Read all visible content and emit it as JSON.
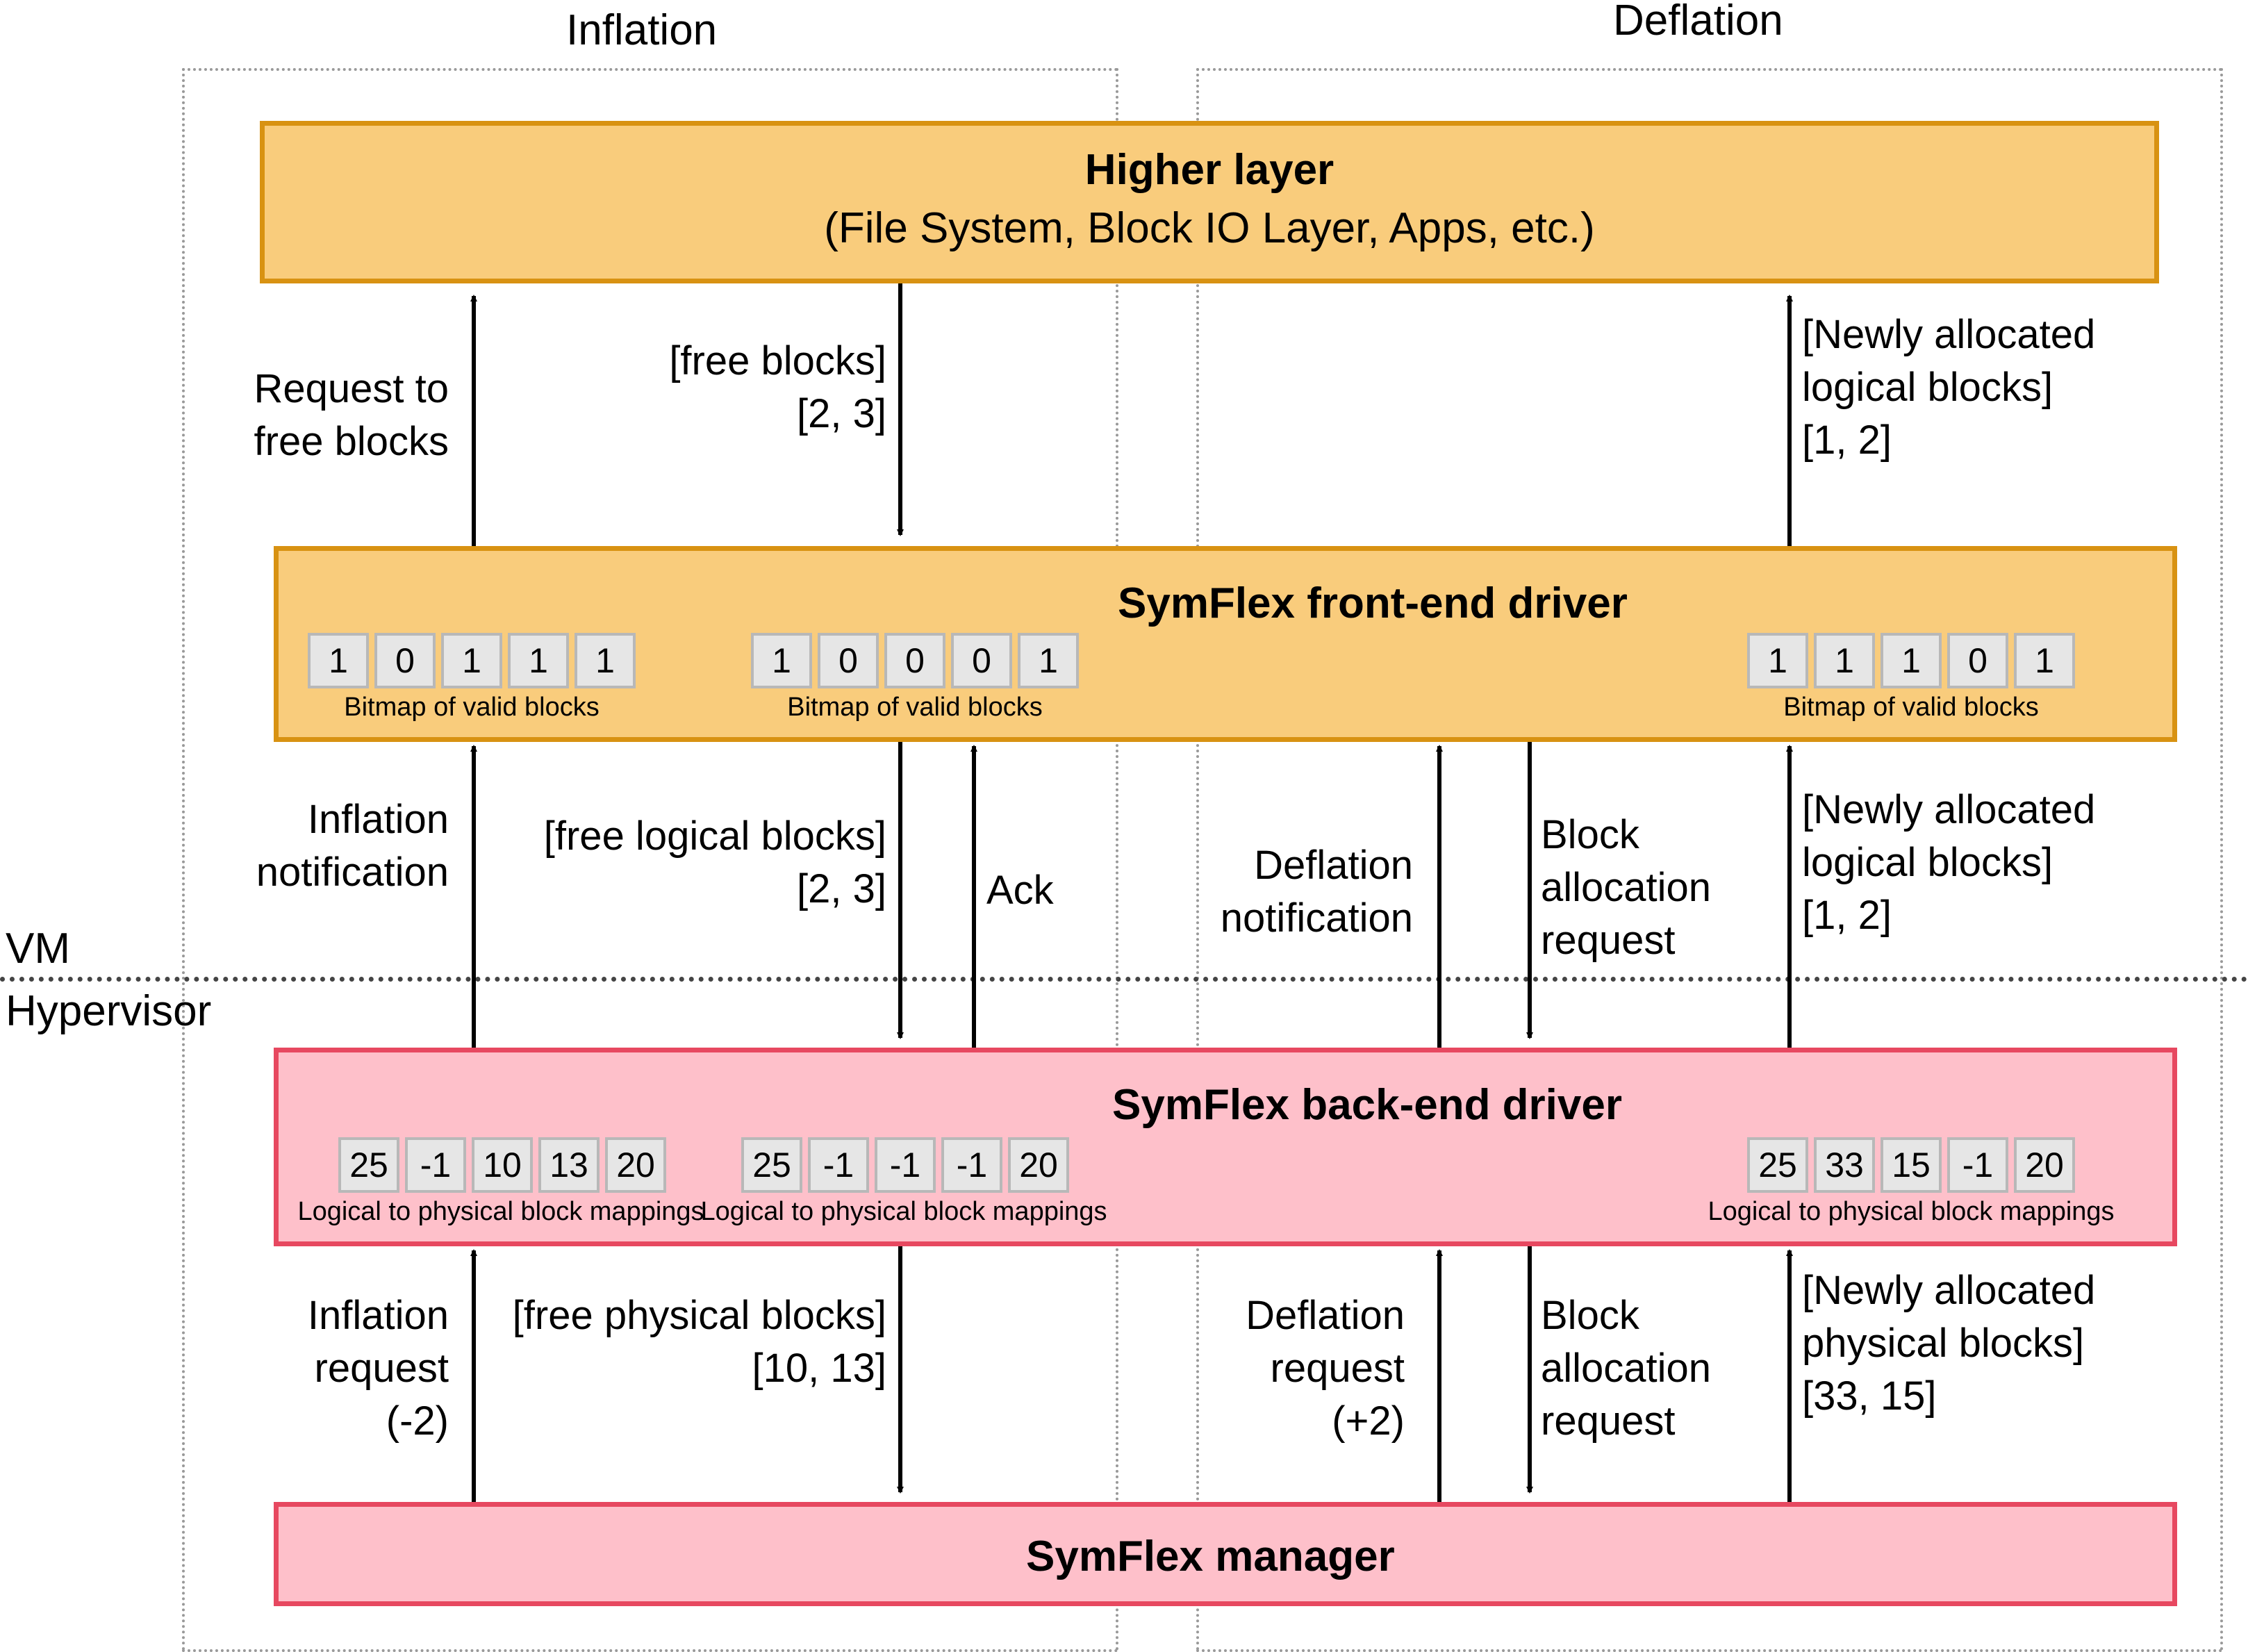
{
  "regions": {
    "inflation_title": "Inflation",
    "deflation_title": "Deflation"
  },
  "side_labels": {
    "vm": "VM",
    "hypervisor": "Hypervisor"
  },
  "higher_layer": {
    "title": "Higher layer",
    "subtitle": "(File System, Block IO Layer, Apps, etc.)"
  },
  "front_end": {
    "title": "SymFlex front-end driver",
    "bitmaps": [
      {
        "cells": [
          "1",
          "0",
          "1",
          "1",
          "1"
        ],
        "caption": "Bitmap of valid blocks"
      },
      {
        "cells": [
          "1",
          "0",
          "0",
          "0",
          "1"
        ],
        "caption": "Bitmap of valid blocks"
      },
      {
        "cells": [
          "1",
          "1",
          "1",
          "0",
          "1"
        ],
        "caption": "Bitmap of valid blocks"
      }
    ]
  },
  "back_end": {
    "title": "SymFlex back-end driver",
    "mappings": [
      {
        "cells": [
          "25",
          "-1",
          "10",
          "13",
          "20"
        ],
        "caption": "Logical to physical block mappings"
      },
      {
        "cells": [
          "25",
          "-1",
          "-1",
          "-1",
          "20"
        ],
        "caption": "Logical to physical block mappings"
      },
      {
        "cells": [
          "25",
          "33",
          "15",
          "-1",
          "20"
        ],
        "caption": "Logical to physical block mappings"
      }
    ]
  },
  "manager": {
    "title": "SymFlex manager"
  },
  "labels": {
    "request_to_free": "Request to\nfree blocks",
    "free_blocks": "[free blocks]\n[2, 3]",
    "newly_logical_top": "[Newly allocated\nlogical blocks]\n[1, 2]",
    "inflation_notification": "Inflation\nnotification",
    "free_logical_blocks": "[free logical blocks]\n[2, 3]",
    "ack": "Ack",
    "deflation_notification": "Deflation\nnotification",
    "block_alloc_mid": "Block\nallocation\nrequest",
    "newly_logical_mid": "[Newly allocated\nlogical blocks]\n[1, 2]",
    "inflation_request": "Inflation\nrequest\n(-2)",
    "free_physical_blocks": "[free physical blocks]\n[10, 13]",
    "deflation_request": "Deflation\nrequest\n(+2)",
    "block_alloc_bottom": "Block\nallocation\nrequest",
    "newly_physical": "[Newly allocated\nphysical blocks]\n[33, 15]"
  }
}
